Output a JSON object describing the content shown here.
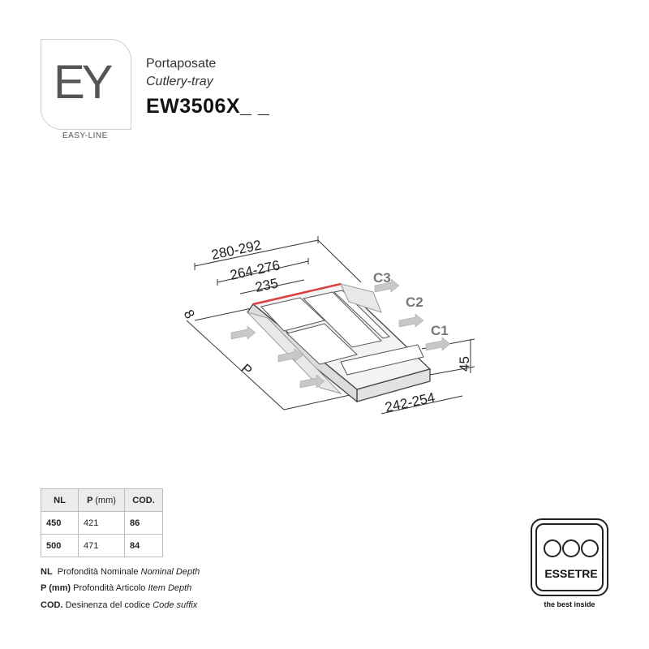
{
  "logo": {
    "letters": "EY",
    "caption": "EASY-LINE"
  },
  "title": {
    "italian": "Portaposate",
    "english": "Cutlery-tray",
    "code": "EW3506X_ _"
  },
  "dimensions": {
    "outer_width": "280-292",
    "mid_width": "264-276",
    "inner_width": "235",
    "front_width": "242-254",
    "height": "45",
    "offset": "8",
    "depth_label": "P",
    "c1": "C1",
    "c2": "C2",
    "c3": "C3"
  },
  "table": {
    "headers": {
      "nl": "NL",
      "p": "P",
      "p_unit": "(mm)",
      "cod": "COD."
    },
    "rows": [
      {
        "nl": "450",
        "p": "421",
        "cod": "86"
      },
      {
        "nl": "500",
        "p": "471",
        "cod": "84"
      }
    ]
  },
  "legend": [
    {
      "abbr": "NL",
      "it": "Profondità Nominale",
      "en": "Nominal Depth"
    },
    {
      "abbr": "P (mm)",
      "it": "Profondità Articolo",
      "en": "Item Depth"
    },
    {
      "abbr": "COD.",
      "it": "Desinenza del codice",
      "en": "Code suffix"
    }
  ],
  "brand": {
    "name": "ESSETRE",
    "tagline": "the best inside"
  },
  "colors": {
    "highlight": "#d94040",
    "line": "#333333",
    "arrow": "#bbbbbb"
  }
}
